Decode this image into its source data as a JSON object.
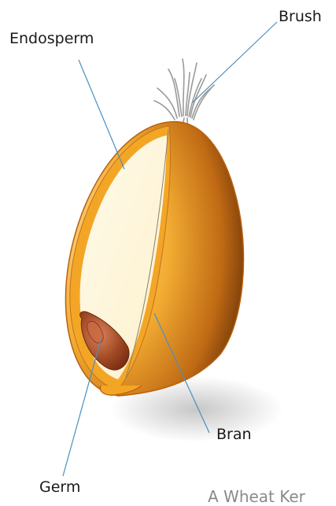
{
  "diagram": {
    "labels": {
      "endosperm": "Endosperm",
      "brush": "Brush",
      "bran": "Bran",
      "germ": "Germ"
    },
    "caption": "A Wheat Ker"
  },
  "colors": {
    "bran_orange": "#f0a020",
    "bran_dark": "#8a4a10",
    "endosperm_cream": "#fff4d8",
    "germ_brown": "#8a3a1c",
    "leader_line": "#4a8fc0",
    "bristle_grey": "#9a9a9a"
  }
}
